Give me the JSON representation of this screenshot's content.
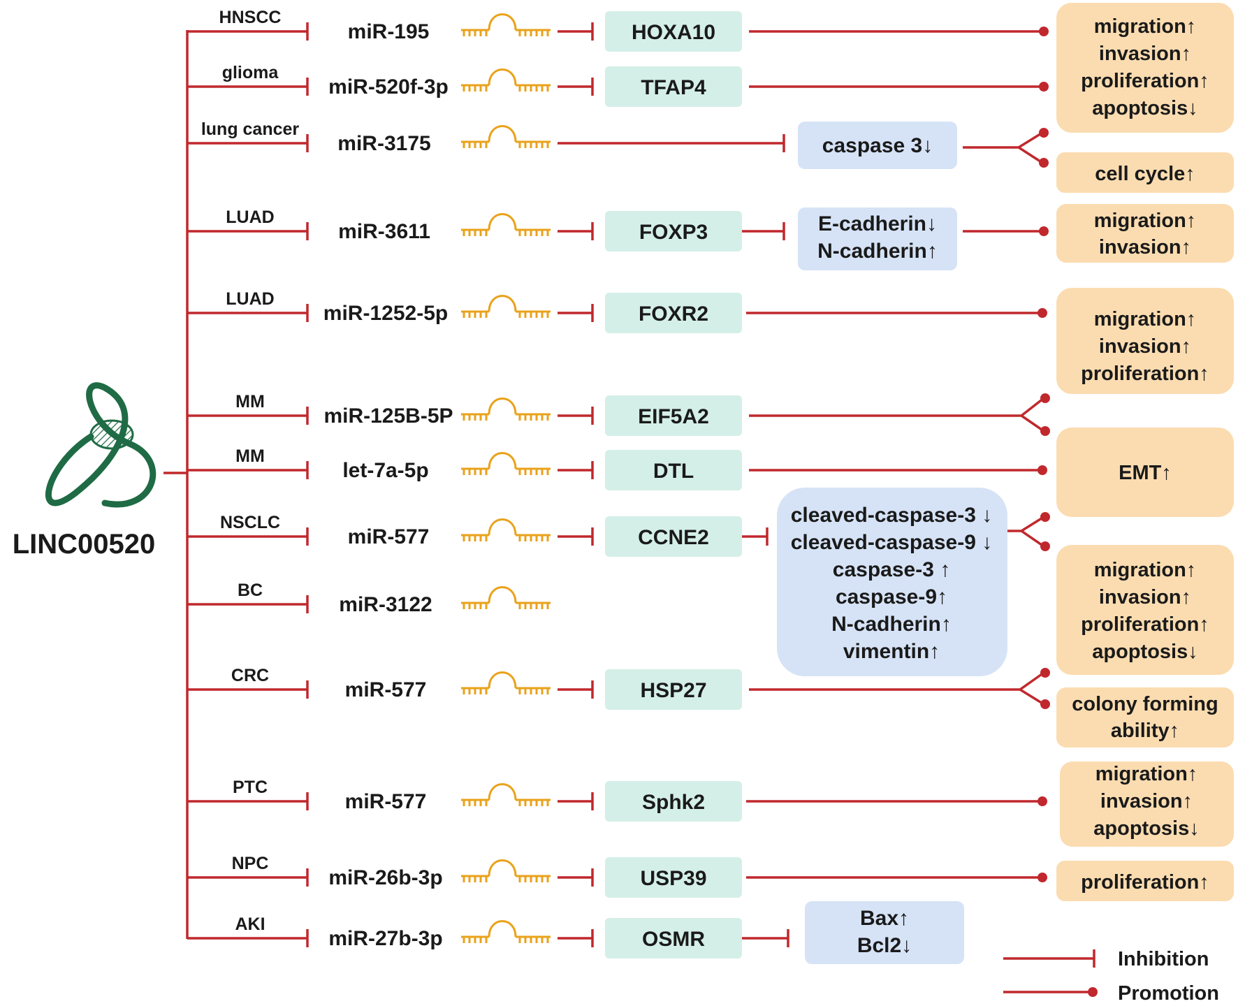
{
  "title": "LINC00520",
  "colors": {
    "line": "#c0282d",
    "mirna_icon": "#e9a21b",
    "target_box": "#d4efe7",
    "mediator_box": "#d6e3f6",
    "effect_box": "#fbdcb0",
    "lncrna_icon": "#1f6b45"
  },
  "icons": {
    "lncrna": "lncrna-icon",
    "mirna": "mirna-hairpin-icon"
  },
  "rows": [
    {
      "disease": "HNSCC",
      "mirna": "miR-195",
      "target": "HOXA10"
    },
    {
      "disease": "glioma",
      "mirna": "miR-520f-3p",
      "target": "TFAP4"
    },
    {
      "disease": "lung cancer",
      "mirna": "miR-3175",
      "target": ""
    },
    {
      "disease": "LUAD",
      "mirna": "miR-3611",
      "target": "FOXP3"
    },
    {
      "disease": "LUAD",
      "mirna": "miR-1252-5p",
      "target": "FOXR2"
    },
    {
      "disease": "MM",
      "mirna": "miR-125B-5P",
      "target": "EIF5A2"
    },
    {
      "disease": "MM",
      "mirna": "let-7a-5p",
      "target": "DTL"
    },
    {
      "disease": "NSCLC",
      "mirna": "miR-577",
      "target": "CCNE2"
    },
    {
      "disease": "BC",
      "mirna": "miR-3122",
      "target": ""
    },
    {
      "disease": "CRC",
      "mirna": "miR-577",
      "target": "HSP27"
    },
    {
      "disease": "PTC",
      "mirna": "miR-577",
      "target": "Sphk2"
    },
    {
      "disease": "NPC",
      "mirna": "miR-26b-3p",
      "target": "USP39"
    },
    {
      "disease": "AKI",
      "mirna": "miR-27b-3p",
      "target": "OSMR"
    }
  ],
  "mediators": {
    "caspase3": [
      "caspase 3↓"
    ],
    "cadherin": [
      "E-cadherin↓",
      "N-cadherin↑"
    ],
    "nsclc": [
      "cleaved-caspase-3 ↓",
      "cleaved-caspase-9 ↓",
      "caspase-3 ↑",
      "caspase-9↑",
      "N-cadherin↑",
      "vimentin↑"
    ],
    "aki": [
      "Bax↑",
      "Bcl2↓"
    ]
  },
  "effects": {
    "e1": [
      "migration↑",
      "invasion↑",
      "proliferation↑",
      "apoptosis↓"
    ],
    "e2": [
      "cell cycle↑"
    ],
    "e3": [
      "migration↑",
      "invasion↑"
    ],
    "e4": [
      "migration↑",
      "invasion↑",
      "proliferation↑"
    ],
    "e5": [
      "EMT↑"
    ],
    "e6": [
      "migration↑",
      "invasion↑",
      "proliferation↑",
      "apoptosis↓"
    ],
    "e7": [
      "colony forming",
      "ability↑"
    ],
    "e8": [
      "migration↑",
      "invasion↑",
      "apoptosis↓"
    ],
    "e9": [
      "proliferation↑"
    ]
  },
  "legend": {
    "inhibition": "Inhibition",
    "promotion": "Promotion"
  }
}
